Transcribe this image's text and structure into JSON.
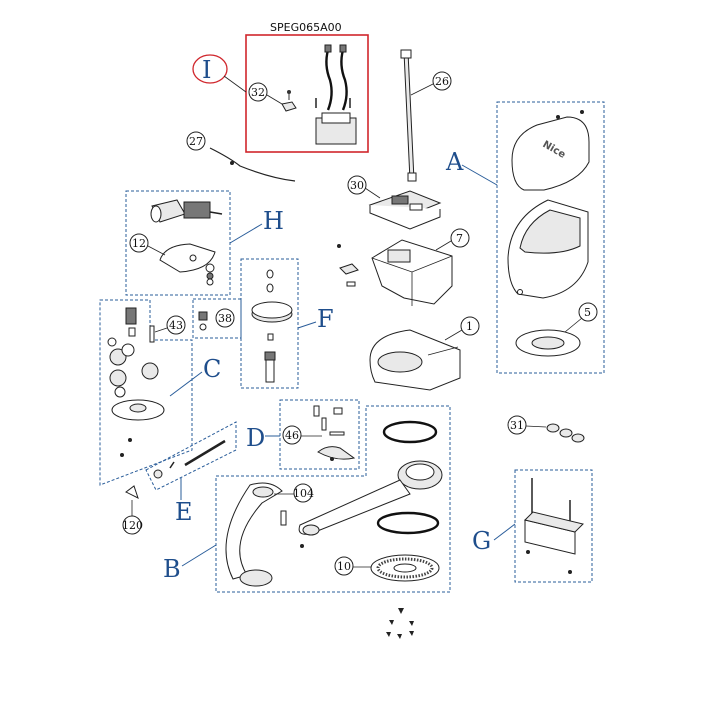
{
  "kit_code": "SPEG065A00",
  "groups": {
    "I": "I",
    "A": "A",
    "B": "B",
    "C": "C",
    "D": "D",
    "E": "E",
    "F": "F",
    "G": "G",
    "H": "H"
  },
  "callouts": {
    "p1": "1",
    "p5": "5",
    "p7": "7",
    "p10": "10",
    "p12": "12",
    "p26": "26",
    "p27": "27",
    "p30": "30",
    "p31": "31",
    "p32": "32",
    "p38": "38",
    "p43": "43",
    "p46": "46",
    "p104": "104",
    "p120": "120"
  },
  "cover_brand": "Nice",
  "colors": {
    "group_letter": "#1f4e8c",
    "dashed_box": "#2a5d9a",
    "kit_highlight": "#d0262c"
  }
}
